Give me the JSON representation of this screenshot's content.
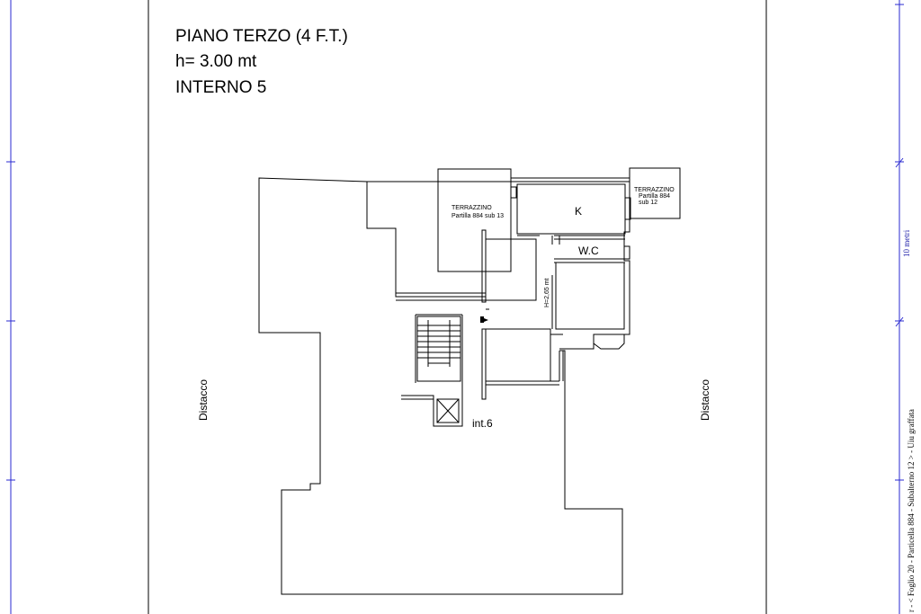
{
  "header": {
    "line1": "PIANO TERZO (4 F.T.)",
    "line2": "h= 3.00 mt",
    "line3": "INTERNO 5"
  },
  "labels": {
    "terrace_left_title": "TERRAZZINO",
    "terrace_left_sub": "Partilla 884 sub 13",
    "terrace_right_title": "TERRAZZINO",
    "terrace_right_sub1": "Partilla 884",
    "terrace_right_sub2": "sub 12",
    "kitchen": "K",
    "wc": "W.C",
    "height_note": "H=2,65 mt",
    "int6": "int.6",
    "distacco_left": "Distacco",
    "distacco_right": "Distacco"
  },
  "margin": {
    "scale_label": "10 metri",
    "reference": "r - < Foglio 20 - Particella 884 - Subalterno 12 > - Uiu graffata"
  },
  "colors": {
    "drawing": "#000000",
    "frame_blue": "#2a2ad0"
  }
}
